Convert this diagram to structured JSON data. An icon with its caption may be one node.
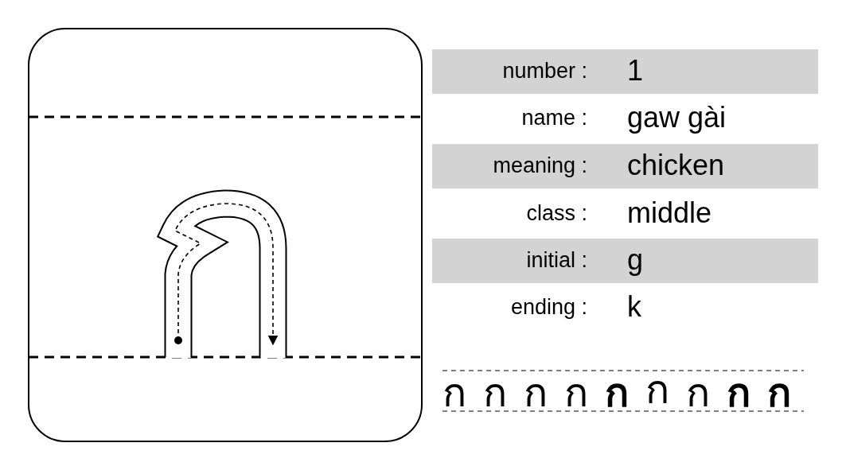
{
  "diagram": {
    "labels": [
      "number :",
      "1",
      "name :",
      "gaw gài",
      "meaning :",
      "chicken",
      "class :",
      "middle",
      "initial :",
      "g",
      "ending :",
      "k",
      "ก",
      "ก",
      "ก",
      "ก",
      "ก",
      "ก",
      "ก",
      "ก",
      "ก"
    ]
  }
}
